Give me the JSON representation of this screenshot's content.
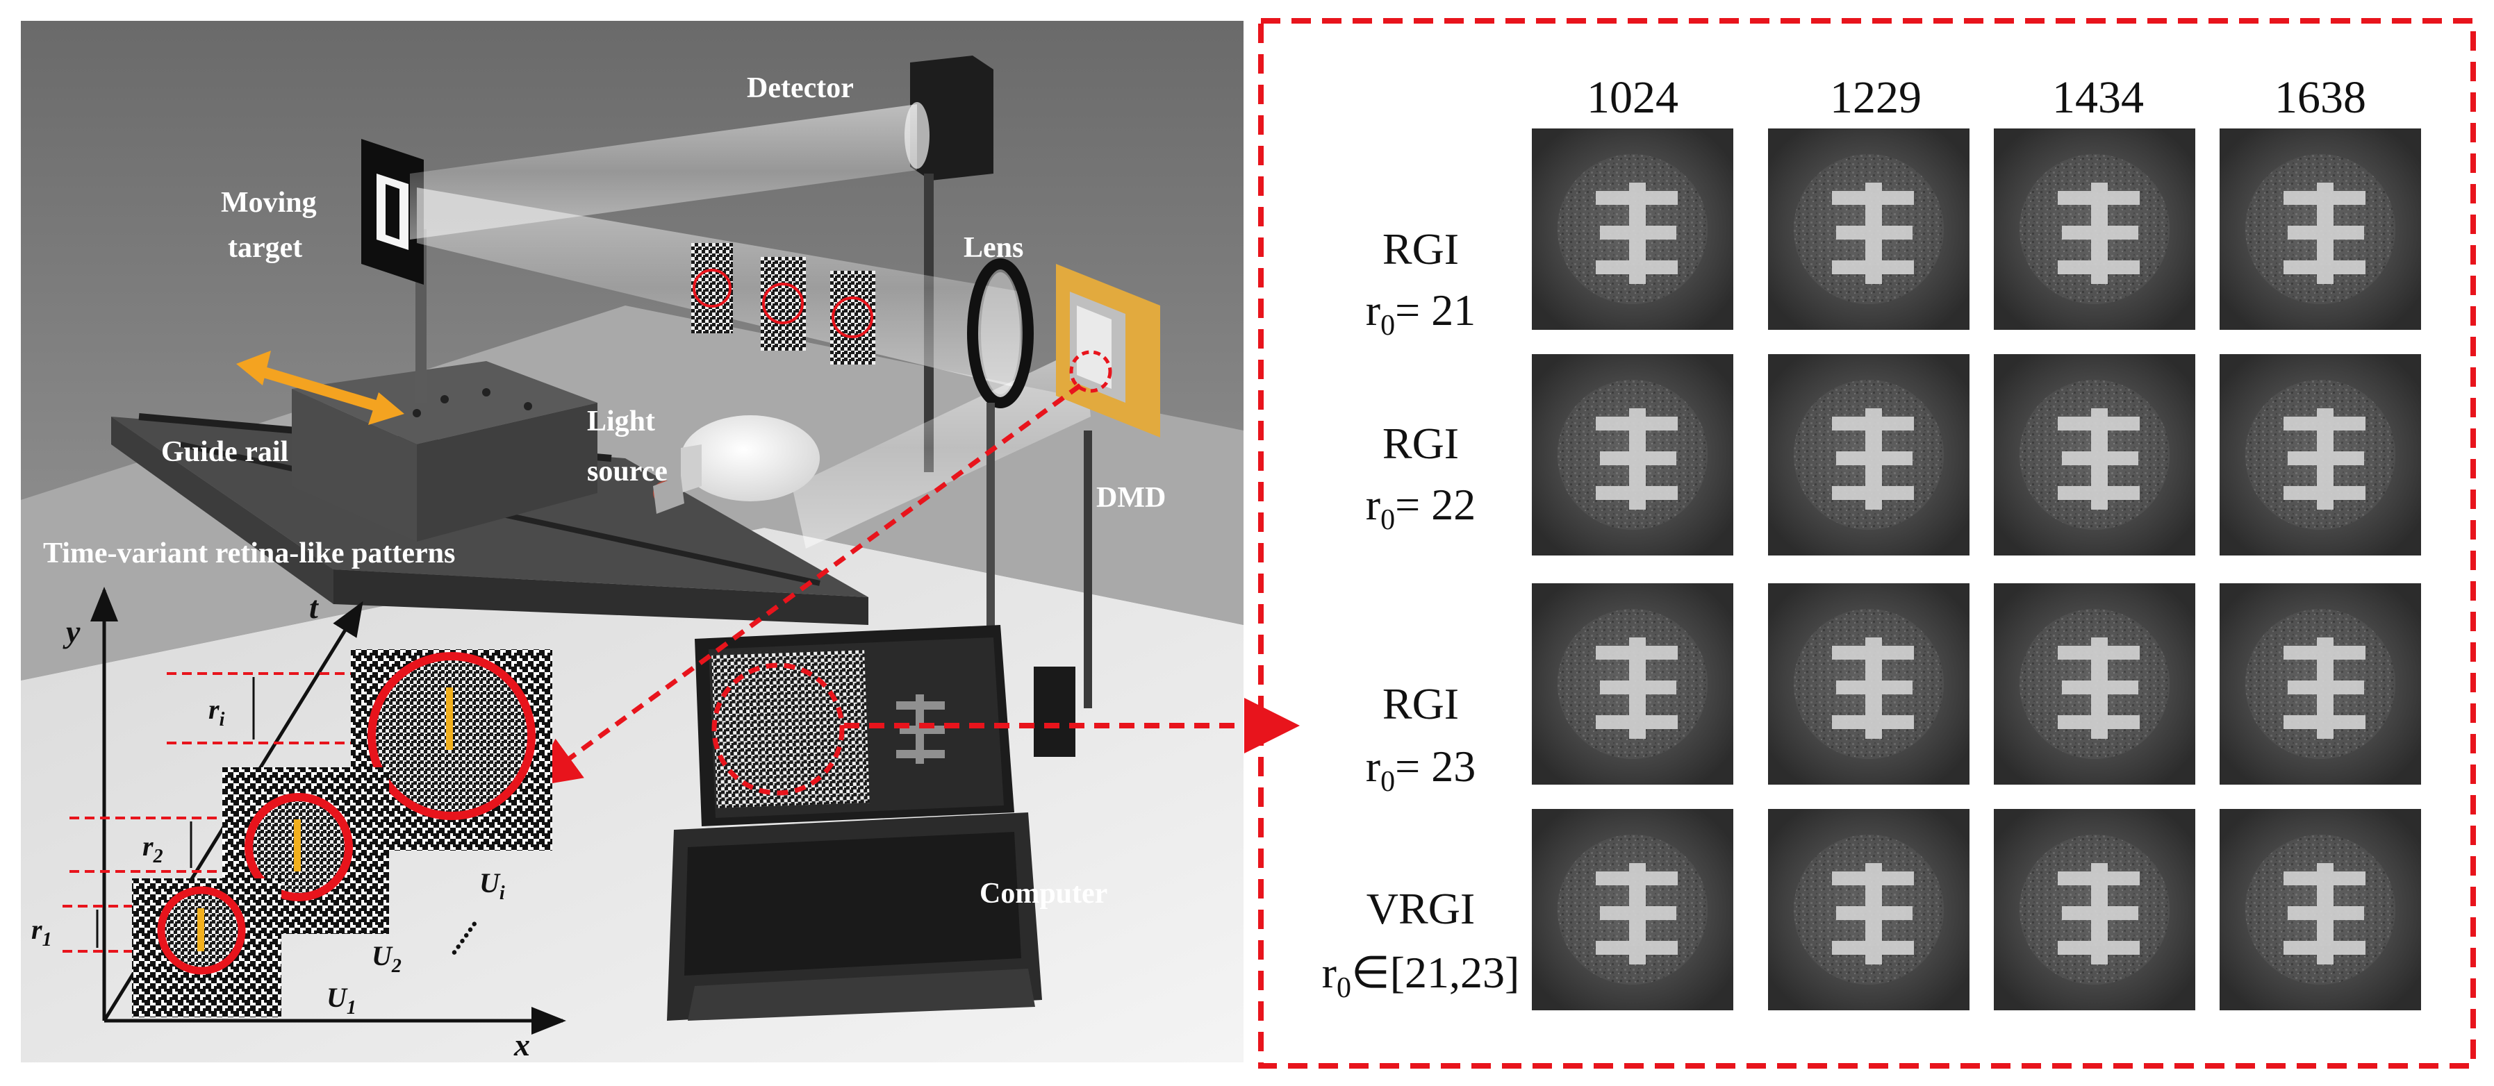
{
  "scene": {
    "labels": {
      "detector": "Detector",
      "moving_target_1": "Moving",
      "moving_target_2": "target",
      "lens": "Lens",
      "light_source_1": "Light",
      "light_source_2": "source",
      "guide_rail": "Guide rail",
      "dmd": "DMD",
      "patterns_title": "Time-variant retina-like patterns",
      "computer": "Computer"
    },
    "axes": {
      "y": "y",
      "t": "t",
      "x": "x"
    },
    "pattern_symbols": {
      "r_i": "r",
      "r_i_sub": "i",
      "r_2": "r",
      "r_2_sub": "2",
      "r_1": "r",
      "r_1_sub": "1",
      "u_i": "U",
      "u_i_sub": "i",
      "u_2": "U",
      "u_2_sub": "2",
      "u_1": "U",
      "u_1_sub": "1",
      "dots": "......"
    }
  },
  "results": {
    "column_headers": [
      "1024",
      "1229",
      "1434",
      "1638"
    ],
    "rows": [
      {
        "method": "RGI",
        "param_prefix": "r",
        "param_sub": "0",
        "param_value": "= 21"
      },
      {
        "method": "RGI",
        "param_prefix": "r",
        "param_sub": "0",
        "param_value": "= 22"
      },
      {
        "method": "RGI",
        "param_prefix": "r",
        "param_sub": "0",
        "param_value": "= 23"
      },
      {
        "method": "VRGI",
        "param_prefix": "r",
        "param_sub": "0",
        "param_value": "∈[21,23]"
      }
    ]
  },
  "colors": {
    "highlight_red": "#e8141c",
    "arrow_orange": "#f4a320",
    "pattern_bar": "#f2b01e",
    "dmd_gold": "#e2aa3e"
  }
}
